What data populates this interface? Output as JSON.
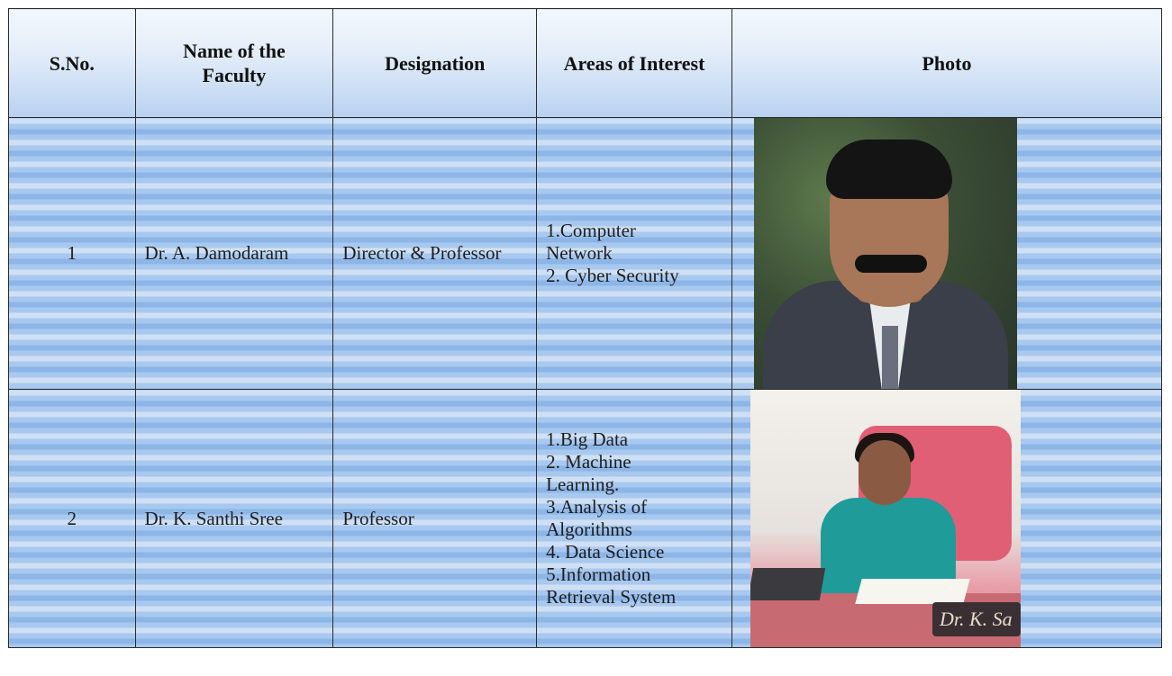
{
  "table": {
    "headers": {
      "sno": "S.No.",
      "name_line1": "Name of the",
      "name_line2": "Faculty",
      "designation": "Designation",
      "areas": "Areas of Interest",
      "photo": "Photo"
    },
    "rows": [
      {
        "sno": "1",
        "name": "Dr. A. Damodaram",
        "designation": "Director & Professor",
        "areas": [
          "1.Computer",
          "Network",
          "2. Cyber Security"
        ]
      },
      {
        "sno": "2",
        "name": "Dr. K. Santhi Sree",
        "designation": "Professor",
        "areas": [
          "1.Big Data",
          "2. Machine",
          "Learning.",
          "3.Analysis of",
          "Algorithms",
          "4. Data Science",
          "5.Information",
          "Retrieval System"
        ],
        "photo_plate_text": "Dr. K. Sa"
      }
    ]
  }
}
